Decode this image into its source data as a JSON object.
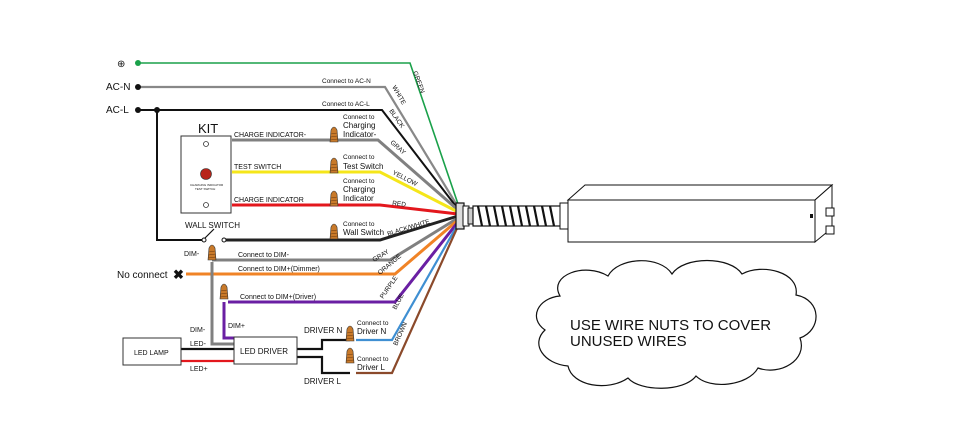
{
  "terminals": {
    "ground_symbol": "⊕",
    "ac_n": "AC-N",
    "ac_l": "AC-L",
    "no_connect": "No connect"
  },
  "kit": {
    "title": "KIT",
    "tiny_label_1": "CHARGING INDICATOR",
    "tiny_label_2": "TEST SWITCH",
    "wall_switch": "WALL SWITCH"
  },
  "labels": {
    "connect_acn": "Connect to  AC-N",
    "connect_acl": "Connect to  AC-L",
    "charge_indicator_neg": "CHARGE INDICATOR-",
    "test_switch": "TEST SWITCH",
    "charge_indicator": "CHARGE INDICATOR",
    "dim_neg": "DIM-",
    "connect_dim_neg": "Connect to DIM-",
    "connect_dim_dimmer": "Connect to DIM+(Dimmer)",
    "connect_dim_driver": "Connect to DIM+(Driver)",
    "dim_neg_2": "DIM-",
    "dim_pos": "DIM+",
    "led_neg": "LED-",
    "led_pos": "LED+",
    "driver_n": "DRIVER N",
    "driver_l": "DRIVER L"
  },
  "nut_labels": {
    "charging_neg": [
      "Connect to",
      "Charging",
      "Indicator-"
    ],
    "test_switch": [
      "Connect to",
      "Test Switch"
    ],
    "charging": [
      "Connect to",
      "Charging",
      "Indicator"
    ],
    "wall_switch": [
      "Connect to",
      "Wall Switch"
    ],
    "driver_n": [
      "Connect to",
      "Driver N"
    ],
    "driver_l": [
      "Connect to",
      "Driver L"
    ]
  },
  "boxes": {
    "led_lamp": "LED LAMP",
    "led_driver": "LED DRIVER"
  },
  "wire_colors": {
    "green": "GREEN",
    "white": "WHITE",
    "black": "BLACK",
    "gray": "GRAY",
    "yellow": "YELLOW",
    "red": "RED",
    "black_white": "BLACK/WHITE",
    "gray2": "GRAY",
    "orange": "ORANGE",
    "purple": "PURPLE",
    "blue": "BLUE",
    "brown": "BROWN"
  },
  "cloud": {
    "line1": "USE WIRE NUTS TO COVER",
    "line2": "UNUSED WIRES"
  },
  "colors": {
    "green": "#1aa14a",
    "gray": "#808080",
    "yellow": "#f5e61a",
    "red": "#e3171d",
    "orange": "#f08326",
    "purple": "#6a1fa3",
    "blue": "#3f8fd2",
    "brown": "#8b4a2b",
    "wire_nut": "#c97a2a"
  }
}
